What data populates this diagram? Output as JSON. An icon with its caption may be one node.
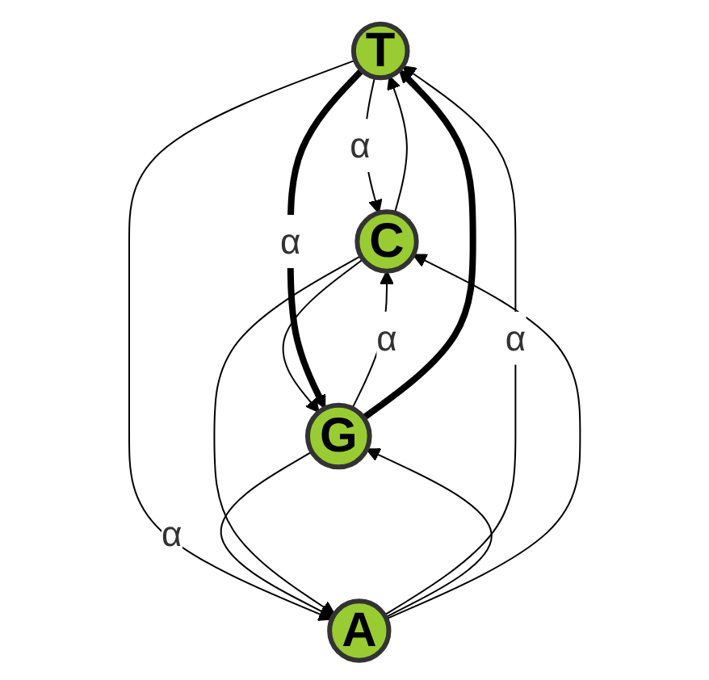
{
  "diagram": {
    "nodes": [
      {
        "text": [
          "T"
        ]
      },
      {
        "text": [
          "C"
        ]
      },
      {
        "text": [
          "A"
        ]
      },
      {
        "text": [
          "G"
        ]
      }
    ],
    "edges": [
      {
        "from": 0,
        "to": 1,
        "arrow": "to",
        "label": "α"
      },
      {
        "from": 1,
        "to": 0,
        "arrow": "to"
      },
      {
        "from": 0,
        "to": 2,
        "arrow": "to"
      },
      {
        "from": 2,
        "to": 0,
        "arrow": "to",
        "label": "α"
      },
      {
        "from": 1,
        "to": 3,
        "arrow": "to"
      },
      {
        "from": 3,
        "to": 1,
        "arrow": "to",
        "label": "α"
      },
      {
        "from": 2,
        "to": 3,
        "arrow": "to"
      },
      {
        "from": 3,
        "to": 2,
        "arrow": "to",
        "label": "α"
      },
      {
        "from": 0,
        "to": 3,
        "arrow": "to",
        "style": "thick",
        "label": "α"
      },
      {
        "from": 3,
        "to": 0,
        "arrow": "to",
        "style": "thick"
      },
      {
        "from": 2,
        "to": 1,
        "arrow": "to"
      },
      {
        "from": 1,
        "to": 2,
        "arrow": "to"
      }
    ]
  }
}
